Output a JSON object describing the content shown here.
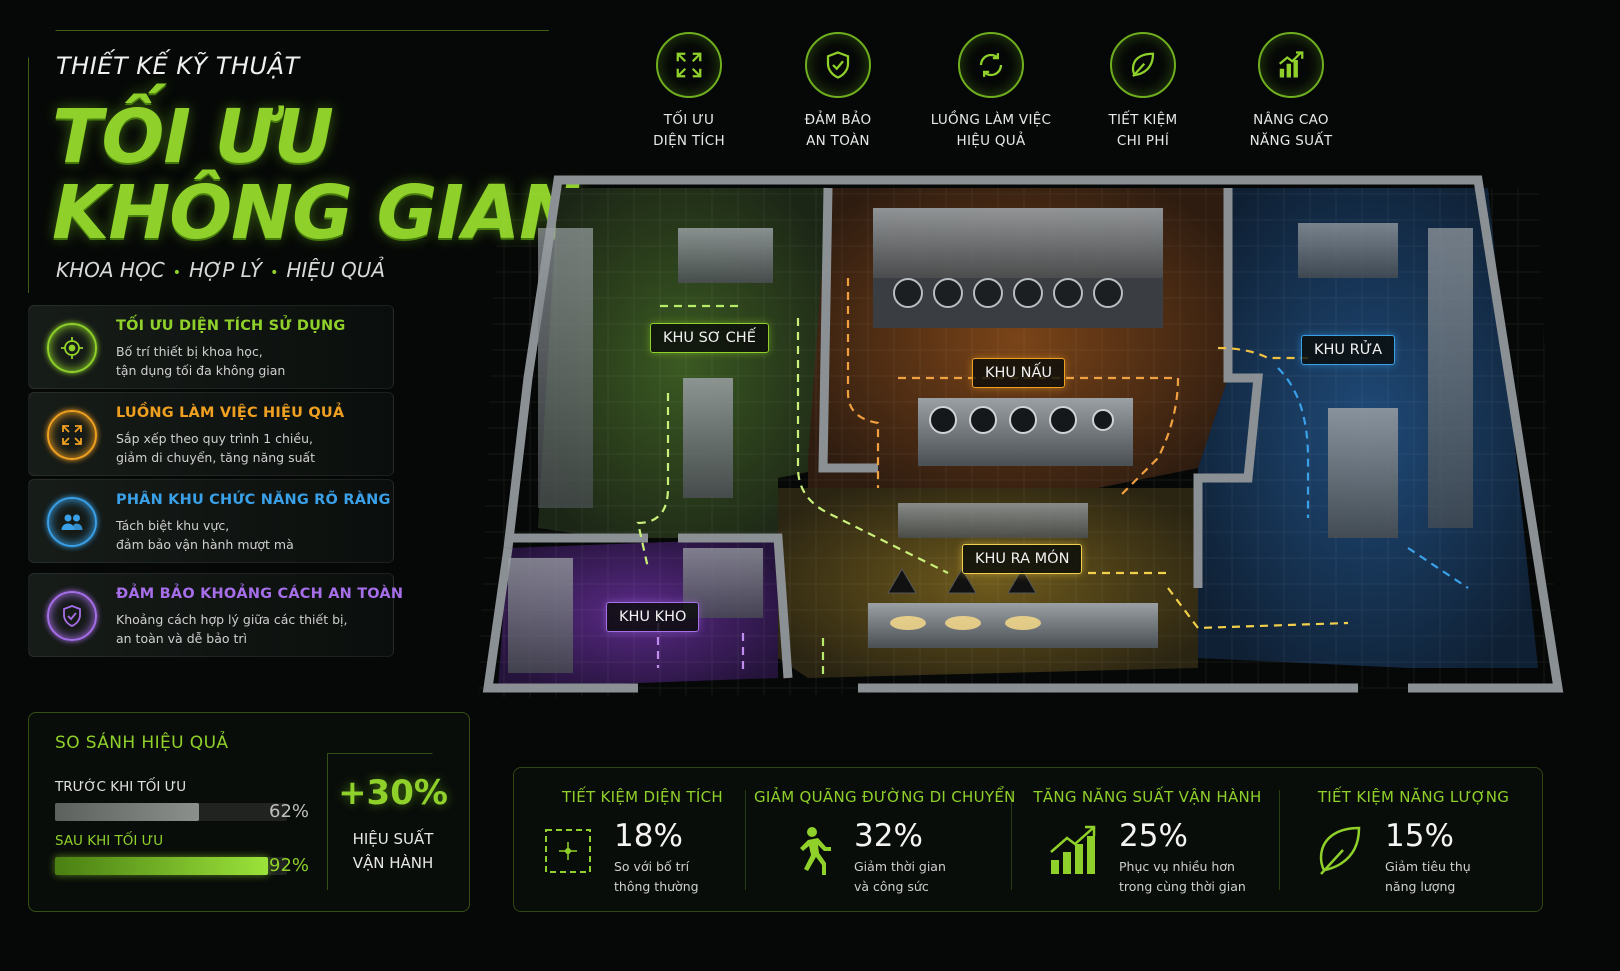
{
  "title": {
    "kicker": "THIẾT KẾ KỸ THUẬT",
    "line1": "TỐI ƯU",
    "line2": "KHÔNG GIAN",
    "tags": [
      "KHOA HỌC",
      "HỢP LÝ",
      "HIỆU QUẢ"
    ]
  },
  "features": [
    {
      "icon": "target-icon",
      "color": "#8fd12a",
      "title": "TỐI ƯU DIỆN TÍCH SỬ DỤNG",
      "desc1": "Bố trí thiết bị khoa học,",
      "desc2": "tận dụng tối đa không gian"
    },
    {
      "icon": "expand-arrows-icon",
      "color": "#f0a020",
      "title": "LUỒNG LÀM VIỆC HIỆU QUẢ",
      "desc1": "Sắp xếp theo quy trình 1 chiều,",
      "desc2": "giảm di chuyển, tăng năng suất"
    },
    {
      "icon": "users-icon",
      "color": "#3aa0e8",
      "title": "PHÂN KHU CHỨC NĂNG RÕ RÀNG",
      "desc1": "Tách biệt khu vực,",
      "desc2": "đảm bảo vận hành mượt mà"
    },
    {
      "icon": "shield-check-icon",
      "color": "#a66ee8",
      "title": "ĐẢM BẢO KHOẢNG CÁCH AN TOÀN",
      "desc1": "Khoảng cách hợp lý giữa các thiết bị,",
      "desc2": "an toàn và dễ bảo trì"
    }
  ],
  "benefits": [
    {
      "icon": "expand-arrows-icon",
      "line1": "TỐI ƯU",
      "line2": "DIỆN TÍCH"
    },
    {
      "icon": "shield-check-icon",
      "line1": "ĐẢM BẢO",
      "line2": "AN TOÀN"
    },
    {
      "icon": "cycle-icon",
      "line1": "LUỒNG LÀM VIỆC",
      "line2": "HIỆU QUẢ"
    },
    {
      "icon": "leaf-icon",
      "line1": "TIẾT KIỆM",
      "line2": "CHI PHÍ"
    },
    {
      "icon": "bar-growth-icon",
      "line1": "NÂNG CAO",
      "line2": "NĂNG SUẤT"
    }
  ],
  "zones": {
    "prep": "KHU SƠ CHẾ",
    "cook": "KHU NẤU",
    "wash": "KHU RỬA",
    "serve": "KHU RA MÓN",
    "store": "KHU KHO"
  },
  "colors": {
    "green": "#8fd12a",
    "orange": "#f0a020",
    "blue": "#3aa0e8",
    "purple": "#a66ee8",
    "yellow": "#f3d04a"
  },
  "comparison": {
    "title": "SO SÁNH HIỆU QUẢ",
    "before_label": "TRƯỚC KHI TỐI ƯU",
    "before_value": 62,
    "before_text": "62%",
    "after_label": "SAU KHI TỐI ƯU",
    "after_value": 92,
    "after_text": "92%",
    "boost_value": "+30%",
    "boost_line1": "HIỆU SUẤT",
    "boost_line2": "VẬN HÀNH"
  },
  "stats": [
    {
      "icon": "area-frame-icon",
      "title": "TIẾT KIỆM DIỆN TÍCH",
      "value": "18%",
      "desc1": "So với bố trí",
      "desc2": "thông thường"
    },
    {
      "icon": "walking-person-icon",
      "title": "GIẢM QUÃNG ĐƯỜNG DI CHUYỂN",
      "value": "32%",
      "desc1": "Giảm thời gian",
      "desc2": "và công sức"
    },
    {
      "icon": "bar-growth-icon",
      "title": "TĂNG NĂNG SUẤT VẬN HÀNH",
      "value": "25%",
      "desc1": "Phục vụ nhiều hơn",
      "desc2": "trong cùng thời gian"
    },
    {
      "icon": "leaf-icon",
      "title": "TIẾT KIỆM NĂNG LƯỢNG",
      "value": "15%",
      "desc1": "Giảm tiêu thụ",
      "desc2": "năng lượng"
    }
  ]
}
